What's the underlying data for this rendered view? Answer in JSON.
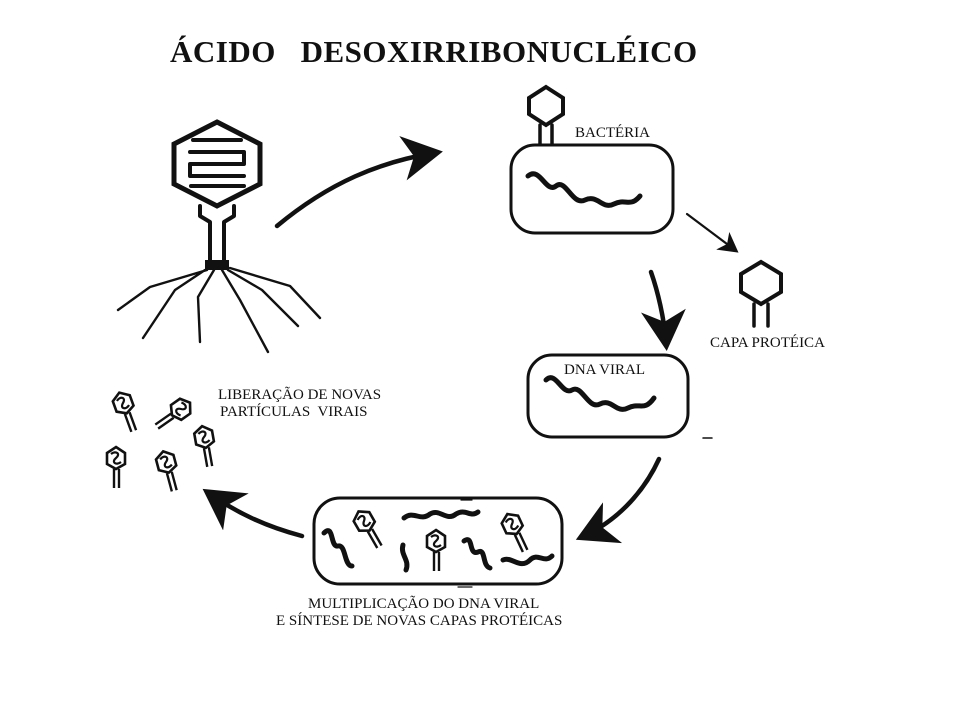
{
  "title": "ÁCIDO   DESOXIRRIBONUCLÉICO",
  "labels": {
    "bacteria": "BACTÉRIA",
    "capsid": "CAPA PROTÉICA",
    "viral_dna": "DNA VIRAL",
    "release_line1": "LIBERAÇÃO DE NOVAS",
    "release_line2": "PARTÍCULAS  VIRAIS",
    "multiplication_line1": "MULTIPLICAÇÃO DO DNA VIRAL",
    "multiplication_line2": "E SÍNTESE DE NOVAS CAPAS PROTÉICAS"
  },
  "colors": {
    "ink": "#111111",
    "background": "#ffffff"
  },
  "icons": [
    "bacteriophage-icon",
    "cycle-arrow-icon",
    "bacterium-cell-icon",
    "empty-capsid-icon",
    "dna-strand-icon",
    "virus-particle-icon"
  ]
}
